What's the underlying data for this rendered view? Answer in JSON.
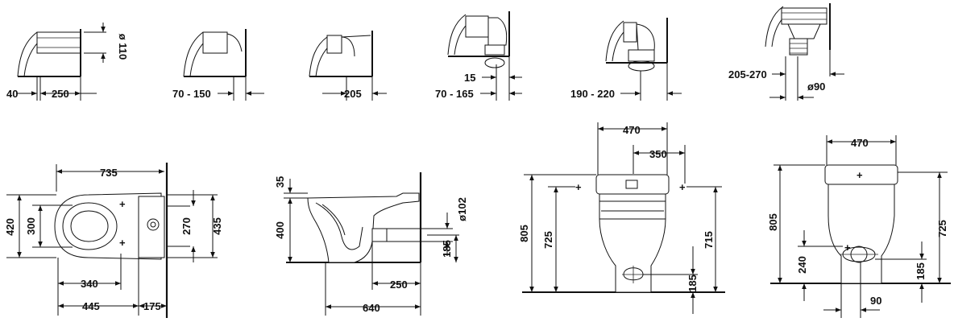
{
  "outlets": [
    {
      "id": "o1",
      "dims": [
        "40",
        "250",
        "ø 110"
      ]
    },
    {
      "id": "o2",
      "dims": [
        "70 - 150"
      ]
    },
    {
      "id": "o3",
      "dims": [
        "205"
      ]
    },
    {
      "id": "o4",
      "dims": [
        "15",
        "70 - 165"
      ]
    },
    {
      "id": "o5",
      "dims": [
        "190 - 220"
      ]
    },
    {
      "id": "o6",
      "dims": [
        "205-270",
        "ø90"
      ]
    }
  ],
  "top_view": {
    "dims": [
      "735",
      "420",
      "300",
      "270",
      "435",
      "340",
      "445",
      "175"
    ]
  },
  "side_view": {
    "dims": [
      "35",
      "400",
      "ø102",
      "185",
      "250",
      "640"
    ]
  },
  "front_view": {
    "dims": [
      "470",
      "350",
      "805",
      "725",
      "715",
      "185"
    ]
  },
  "rear_view": {
    "dims": [
      "470",
      "805",
      "725",
      "240",
      "185",
      "90"
    ]
  }
}
